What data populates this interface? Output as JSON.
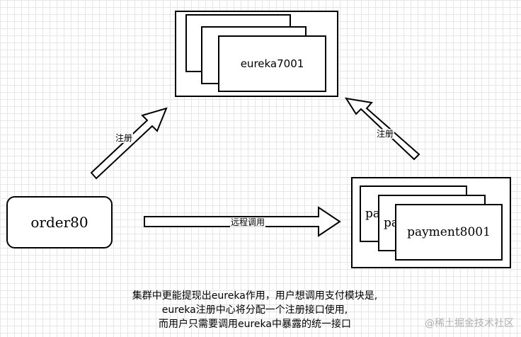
{
  "eureka": {
    "label": "eureka7001"
  },
  "payment": {
    "label": "payment8001",
    "partial_label_back": "pay",
    "partial_label_mid": "pa"
  },
  "order": {
    "label": "order80"
  },
  "arrows": {
    "register_left_label": "注册",
    "register_right_label": "注册",
    "remote_call_label": "远程调用"
  },
  "caption": {
    "lines": [
      "集群中更能提现出eureka作用，用户想调用支付模块是,",
      "eureka注册中心将分配一个注册接口使用,",
      "而用户只需要调用eureka中暴露的统一接口"
    ]
  },
  "watermark": {
    "text": "@稀土掘金技术社区"
  }
}
